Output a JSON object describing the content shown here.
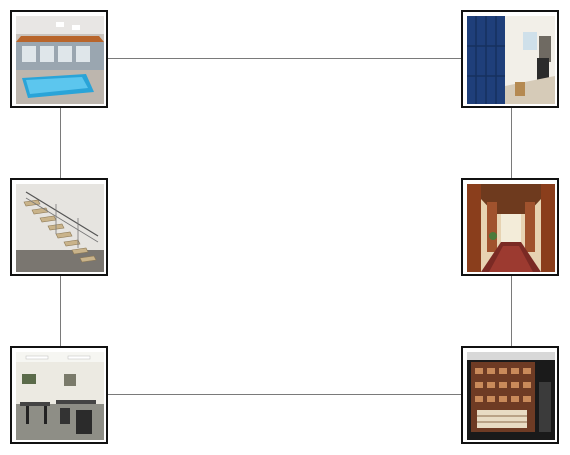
{
  "diagram": {
    "nodes": [
      {
        "id": "pool",
        "icon": "indoor-pool-photo"
      },
      {
        "id": "lockers",
        "icon": "locker-room-photo"
      },
      {
        "id": "stairs",
        "icon": "staircase-photo"
      },
      {
        "id": "hallway",
        "icon": "wood-hallway-photo"
      },
      {
        "id": "lounge",
        "icon": "lounge-room-photo"
      },
      {
        "id": "wine-cellar",
        "icon": "wine-cellar-photo"
      }
    ],
    "edges": [
      [
        "pool",
        "lockers"
      ],
      [
        "pool",
        "stairs"
      ],
      [
        "stairs",
        "lounge"
      ],
      [
        "lounge",
        "wine-cellar"
      ],
      [
        "lockers",
        "hallway"
      ],
      [
        "hallway",
        "wine-cellar"
      ]
    ]
  },
  "colors": {
    "connector": "#7a7a7a",
    "frame": "#111111"
  }
}
